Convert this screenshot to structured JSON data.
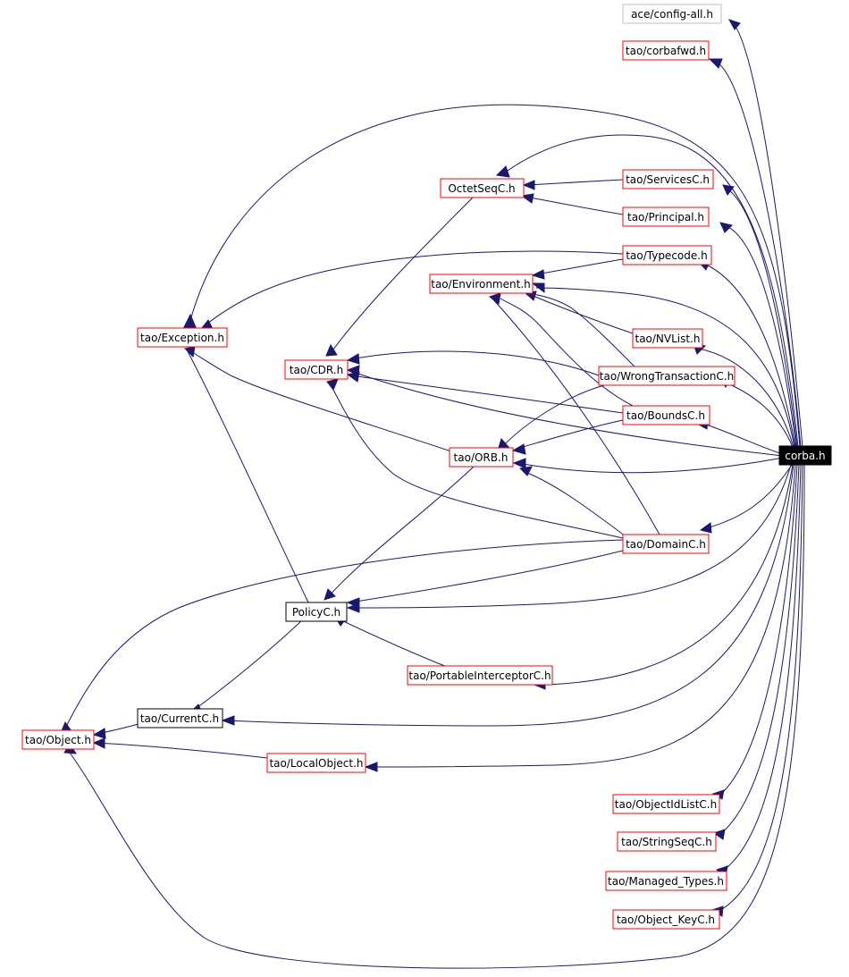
{
  "graph": {
    "nodes": [
      {
        "id": "config-all",
        "label": "ace/config-all.h",
        "style": "gray"
      },
      {
        "id": "corbafwd",
        "label": "tao/corbafwd.h",
        "style": "red"
      },
      {
        "id": "octetseqc",
        "label": "OctetSeqC.h",
        "style": "red"
      },
      {
        "id": "servicesc",
        "label": "tao/ServicesC.h",
        "style": "red"
      },
      {
        "id": "principal",
        "label": "tao/Principal.h",
        "style": "red"
      },
      {
        "id": "typecode",
        "label": "tao/Typecode.h",
        "style": "red"
      },
      {
        "id": "environment",
        "label": "tao/Environment.h",
        "style": "red"
      },
      {
        "id": "exception",
        "label": "tao/Exception.h",
        "style": "red"
      },
      {
        "id": "nvlist",
        "label": "tao/NVList.h",
        "style": "red"
      },
      {
        "id": "cdr",
        "label": "tao/CDR.h",
        "style": "red"
      },
      {
        "id": "wrongtransactionc",
        "label": "tao/WrongTransactionC.h",
        "style": "red"
      },
      {
        "id": "boundsc",
        "label": "tao/BoundsC.h",
        "style": "red"
      },
      {
        "id": "corba",
        "label": "corba.h",
        "style": "root"
      },
      {
        "id": "orb",
        "label": "tao/ORB.h",
        "style": "red"
      },
      {
        "id": "domainc",
        "label": "tao/DomainC.h",
        "style": "red"
      },
      {
        "id": "policyc",
        "label": "PolicyC.h",
        "style": "black"
      },
      {
        "id": "portableinterceptorc",
        "label": "tao/PortableInterceptorC.h",
        "style": "red"
      },
      {
        "id": "currentc",
        "label": "tao/CurrentC.h",
        "style": "black"
      },
      {
        "id": "object",
        "label": "tao/Object.h",
        "style": "red"
      },
      {
        "id": "localobject",
        "label": "tao/LocalObject.h",
        "style": "red"
      },
      {
        "id": "objectidlistc",
        "label": "tao/ObjectIdListC.h",
        "style": "red"
      },
      {
        "id": "stringseqc",
        "label": "tao/StringSeqC.h",
        "style": "red"
      },
      {
        "id": "managed-types",
        "label": "tao/Managed_Types.h",
        "style": "red"
      },
      {
        "id": "object-keyc",
        "label": "tao/Object_KeyC.h",
        "style": "red"
      }
    ]
  }
}
